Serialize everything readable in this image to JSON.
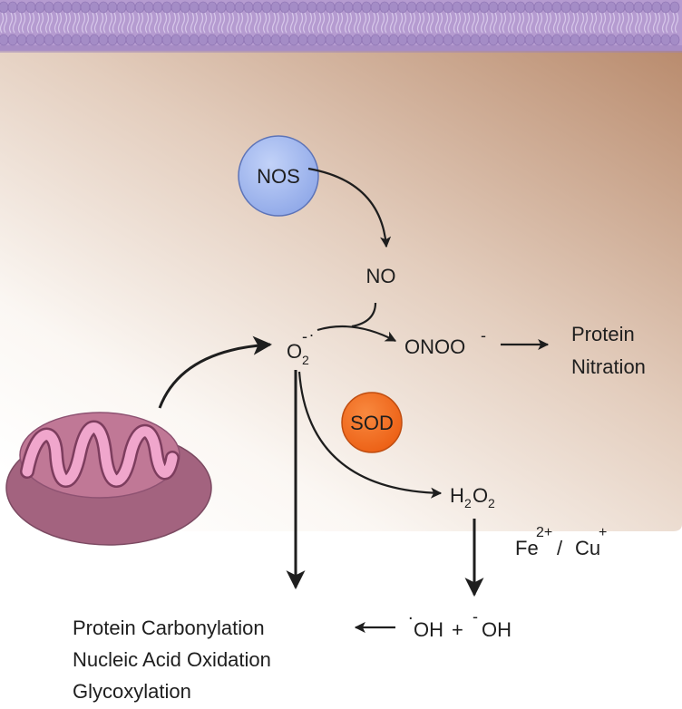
{
  "enzymes": {
    "nos": "NOS",
    "sod": "SOD"
  },
  "species": {
    "no": "NO",
    "superoxide_base": "O",
    "superoxide_sub": "2",
    "superoxide_sup": "-",
    "superoxide_dot": ".",
    "peroxynitrite_base": "ONOO",
    "peroxynitrite_sup": "-",
    "h2o2_h": "H",
    "h2o2_sub1": "2",
    "h2o2_o": "O",
    "h2o2_sub2": "2",
    "hydroxyl_radical_dot": ".",
    "hydroxyl_radical": "OH",
    "plus": "+",
    "hydroxide_sup": "-",
    "hydroxide": "OH"
  },
  "catalysts": {
    "fe": "Fe",
    "fe_charge": "2+",
    "slash": "/",
    "cu": "Cu",
    "cu_charge": "+"
  },
  "outcomes": {
    "nitration_line1": "Protein",
    "nitration_line2": "Nitration",
    "damage": [
      "Protein Carbonylation",
      "Nucleic Acid Oxidation",
      "Glycoxylation"
    ]
  },
  "colors": {
    "membrane": "#a890c8",
    "cytoplasm_top": "#b88a6c",
    "cytoplasm_bottom": "#fbf7f3",
    "nos_fill": "#9fb6ee",
    "sod_fill": "#f26d22",
    "mito_outer": "#9a5f7e",
    "mito_inner": "#e79bc4"
  }
}
